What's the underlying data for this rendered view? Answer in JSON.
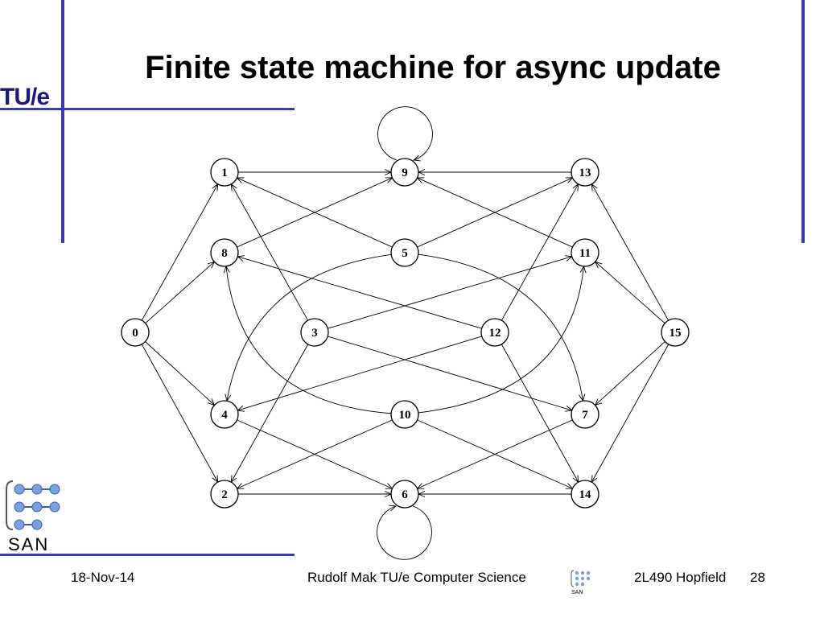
{
  "slide": {
    "title": "Finite state machine for async update"
  },
  "logos": {
    "top_left": "TU/e",
    "bottom_left": "SAN",
    "footer_icon": "SAN"
  },
  "footer": {
    "date": "18-Nov-14",
    "author": "Rudolf Mak TU/e Computer Science",
    "course": "2L490 Hopfield",
    "page": "28"
  },
  "diagram": {
    "nodes": [
      {
        "id": "0",
        "label": "0"
      },
      {
        "id": "1",
        "label": "1"
      },
      {
        "id": "2",
        "label": "2"
      },
      {
        "id": "3",
        "label": "3"
      },
      {
        "id": "4",
        "label": "4"
      },
      {
        "id": "5",
        "label": "5"
      },
      {
        "id": "6",
        "label": "6"
      },
      {
        "id": "7",
        "label": "7"
      },
      {
        "id": "8",
        "label": "8"
      },
      {
        "id": "9",
        "label": "9"
      },
      {
        "id": "10",
        "label": "10"
      },
      {
        "id": "11",
        "label": "11"
      },
      {
        "id": "12",
        "label": "12"
      },
      {
        "id": "13",
        "label": "13"
      },
      {
        "id": "14",
        "label": "14"
      },
      {
        "id": "15",
        "label": "15"
      }
    ],
    "edges": [
      {
        "from": "0",
        "to": "1"
      },
      {
        "from": "0",
        "to": "8"
      },
      {
        "from": "0",
        "to": "4"
      },
      {
        "from": "0",
        "to": "2"
      },
      {
        "from": "1",
        "to": "9"
      },
      {
        "from": "13",
        "to": "9"
      },
      {
        "from": "8",
        "to": "9"
      },
      {
        "from": "11",
        "to": "9"
      },
      {
        "from": "5",
        "to": "1"
      },
      {
        "from": "5",
        "to": "13"
      },
      {
        "from": "3",
        "to": "1"
      },
      {
        "from": "3",
        "to": "11"
      },
      {
        "from": "3",
        "to": "2"
      },
      {
        "from": "3",
        "to": "7"
      },
      {
        "from": "12",
        "to": "8"
      },
      {
        "from": "12",
        "to": "13"
      },
      {
        "from": "12",
        "to": "4"
      },
      {
        "from": "12",
        "to": "14"
      },
      {
        "from": "15",
        "to": "13"
      },
      {
        "from": "15",
        "to": "11"
      },
      {
        "from": "15",
        "to": "7"
      },
      {
        "from": "15",
        "to": "14"
      },
      {
        "from": "4",
        "to": "6"
      },
      {
        "from": "2",
        "to": "6"
      },
      {
        "from": "14",
        "to": "6"
      },
      {
        "from": "7",
        "to": "6"
      },
      {
        "from": "10",
        "to": "2"
      },
      {
        "from": "10",
        "to": "14"
      },
      {
        "from": "5",
        "to": "4",
        "curved": true
      },
      {
        "from": "5",
        "to": "7",
        "curved": true
      },
      {
        "from": "10",
        "to": "8",
        "curved": true
      },
      {
        "from": "10",
        "to": "11",
        "curved": true
      },
      {
        "from": "9",
        "to": "9",
        "self_loop": true
      },
      {
        "from": "6",
        "to": "6",
        "self_loop": true
      }
    ]
  }
}
